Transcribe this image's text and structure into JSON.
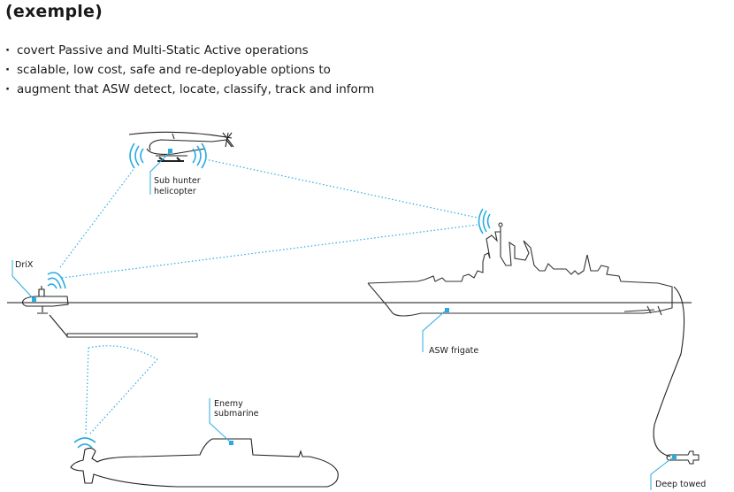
{
  "header": {
    "title": "(exemple)"
  },
  "bullets": [
    "covert Passive and Multi-Static Active operations",
    "scalable, low cost, safe and re-deployable options to",
    "augment that ASW detect, locate, classify, track and inform"
  ],
  "labels": {
    "helicopter_line1": "Sub hunter",
    "helicopter_line2": "helicopter",
    "drix": "DriX",
    "frigate": "ASW frigate",
    "submarine_line1": "Enemy",
    "submarine_line2": "submarine",
    "towed": "Deep towed"
  },
  "colors": {
    "accent": "#29abe2",
    "outline": "#333333",
    "text": "#1a1a1a"
  }
}
